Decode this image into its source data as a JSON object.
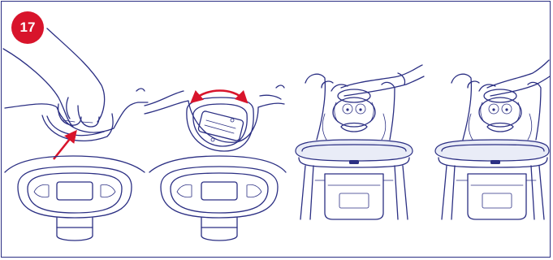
{
  "step": {
    "number": "17"
  },
  "colors": {
    "accent": "#d8142b",
    "ink": "#2b2f83",
    "tint": "#e9ecf7"
  },
  "panels": [
    {
      "name": "press-release-lever",
      "icon": "hand-pressing-icon",
      "indicator": "red-arrow-up-icon"
    },
    {
      "name": "rotate-dial",
      "icon": "rotation-dial-icon",
      "indicator": "red-double-arrow-icon"
    },
    {
      "name": "adjust-seat-1",
      "icon": "high-chair-icon"
    },
    {
      "name": "adjust-seat-2",
      "icon": "high-chair-icon"
    }
  ]
}
